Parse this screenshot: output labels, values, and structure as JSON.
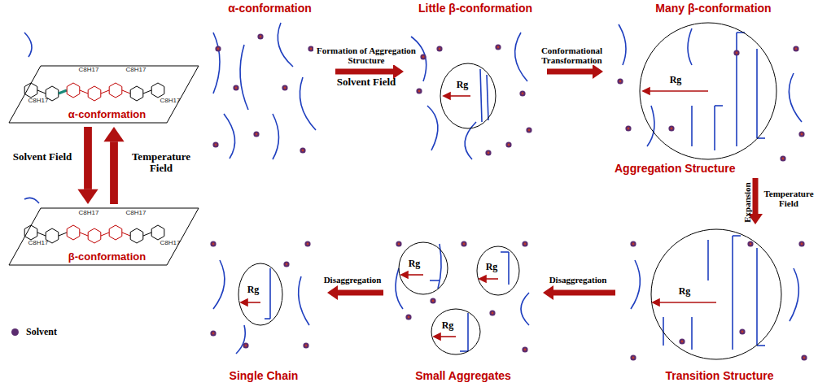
{
  "diagram": {
    "nodes": [
      {
        "text": [
          "α-conformation"
        ]
      },
      {
        "text": [
          "Little β-conformation"
        ]
      },
      {
        "text": [
          "Many β-conformation",
          "Aggregation Structure"
        ]
      },
      {
        "text": [
          "Transition Structure"
        ]
      },
      {
        "text": [
          "Small Aggregates"
        ]
      },
      {
        "text": [
          "Single Chain"
        ]
      },
      {
        "text": [
          "α-conformation"
        ]
      },
      {
        "text": [
          "β-conformation"
        ]
      }
    ],
    "edges": [
      {
        "from": 0,
        "to": 1,
        "arrow": "to",
        "label": "Formation of Aggregation Structure"
      },
      {
        "from": 1,
        "to": 2,
        "arrow": "to",
        "label": "Conformational Transformation"
      },
      {
        "from": 2,
        "to": 3,
        "arrow": "to",
        "label": "Temperature Field"
      },
      {
        "from": 3,
        "to": 4,
        "arrow": "to",
        "label": "Disaggregation"
      },
      {
        "from": 4,
        "to": 5,
        "arrow": "to",
        "label": "Disaggregation"
      },
      {
        "from": 6,
        "to": 7,
        "arrow": "to",
        "label": "Solvent Field"
      },
      {
        "from": 7,
        "to": 6,
        "arrow": "to",
        "label": "Temperature Field"
      }
    ],
    "labels": [
      "Solvent Field",
      "Expansion",
      "Rg",
      "Rg",
      "Rg",
      "Rg",
      "Rg",
      "Rg",
      "Rg",
      "C8H17",
      "C8H17",
      "C8H17",
      "C8H17",
      "C8H17",
      "C8H17",
      "C8H17",
      "C8H17"
    ],
    "legend": [
      {
        "text": "Solvent",
        "color": "#5b2c6f"
      }
    ]
  }
}
